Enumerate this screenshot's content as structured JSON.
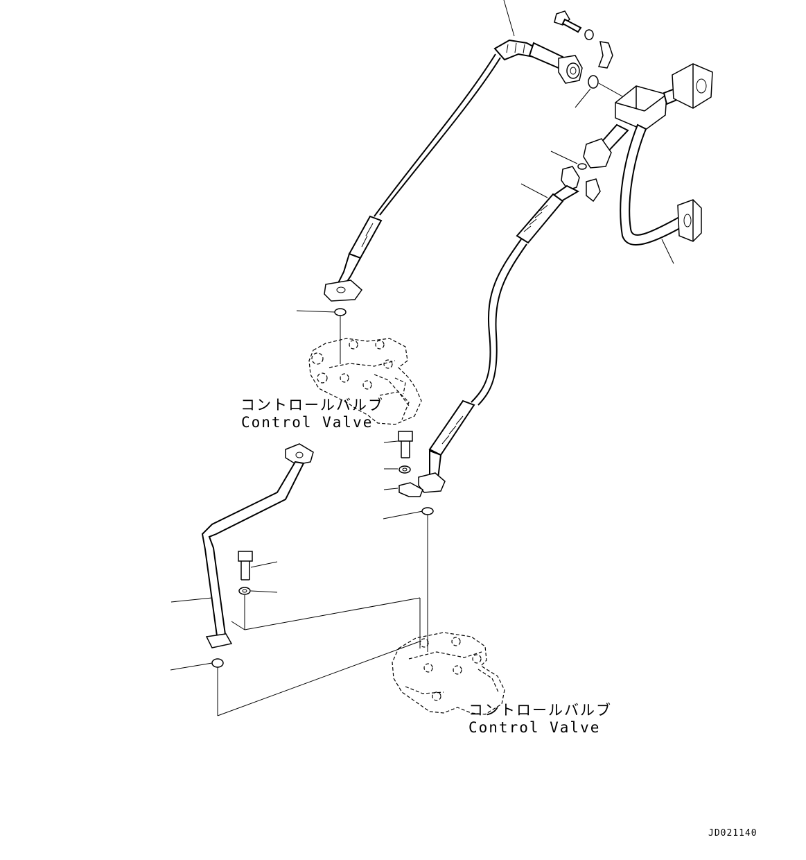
{
  "labels": {
    "valve_upper_jp": "コントロールバルブ",
    "valve_upper_en": "Control Valve",
    "valve_lower_jp": "コントロールバルブ",
    "valve_lower_en": "Control Valve"
  },
  "drawing_code": "JD021140",
  "colors": {
    "line": "#000000",
    "background": "#ffffff"
  }
}
